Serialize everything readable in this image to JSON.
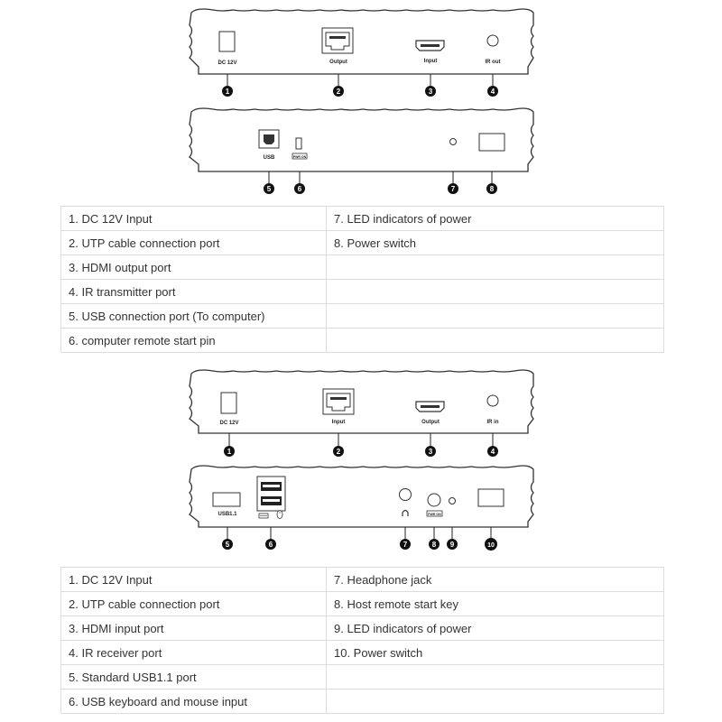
{
  "transmitter": {
    "front_labels": [
      "DC 12V",
      "Output",
      "Input",
      "IR out"
    ],
    "front_numbers": [
      "1",
      "2",
      "3",
      "4"
    ],
    "back_labels": [
      "USB",
      "PWR ON"
    ],
    "back_numbers": [
      "5",
      "6",
      "7",
      "8"
    ],
    "specs_left": [
      "1. DC 12V Input",
      "2. UTP cable connection port",
      "3. HDMI output port",
      "4. IR transmitter port",
      "5. USB connection port (To computer)",
      "6. computer remote start pin"
    ],
    "specs_right": [
      "7. LED indicators of power",
      "8. Power switch",
      "",
      "",
      "",
      ""
    ]
  },
  "receiver": {
    "front_labels": [
      "DC 12V",
      "Input",
      "Output",
      "IR in"
    ],
    "front_numbers": [
      "1",
      "2",
      "3",
      "4"
    ],
    "back_labels": [
      "USB1.1",
      "PWR ON"
    ],
    "back_numbers": [
      "5",
      "6",
      "7",
      "8",
      "9",
      "10"
    ],
    "specs_left": [
      "1. DC 12V Input",
      "2. UTP cable connection port",
      "3. HDMI input port",
      "4. IR receiver port",
      "5. Standard USB1.1 port",
      "6. USB keyboard and mouse input"
    ],
    "specs_right": [
      "7. Headphone jack",
      "8. Host remote start key",
      "9. LED indicators of power",
      "10. Power switch",
      "",
      ""
    ]
  }
}
